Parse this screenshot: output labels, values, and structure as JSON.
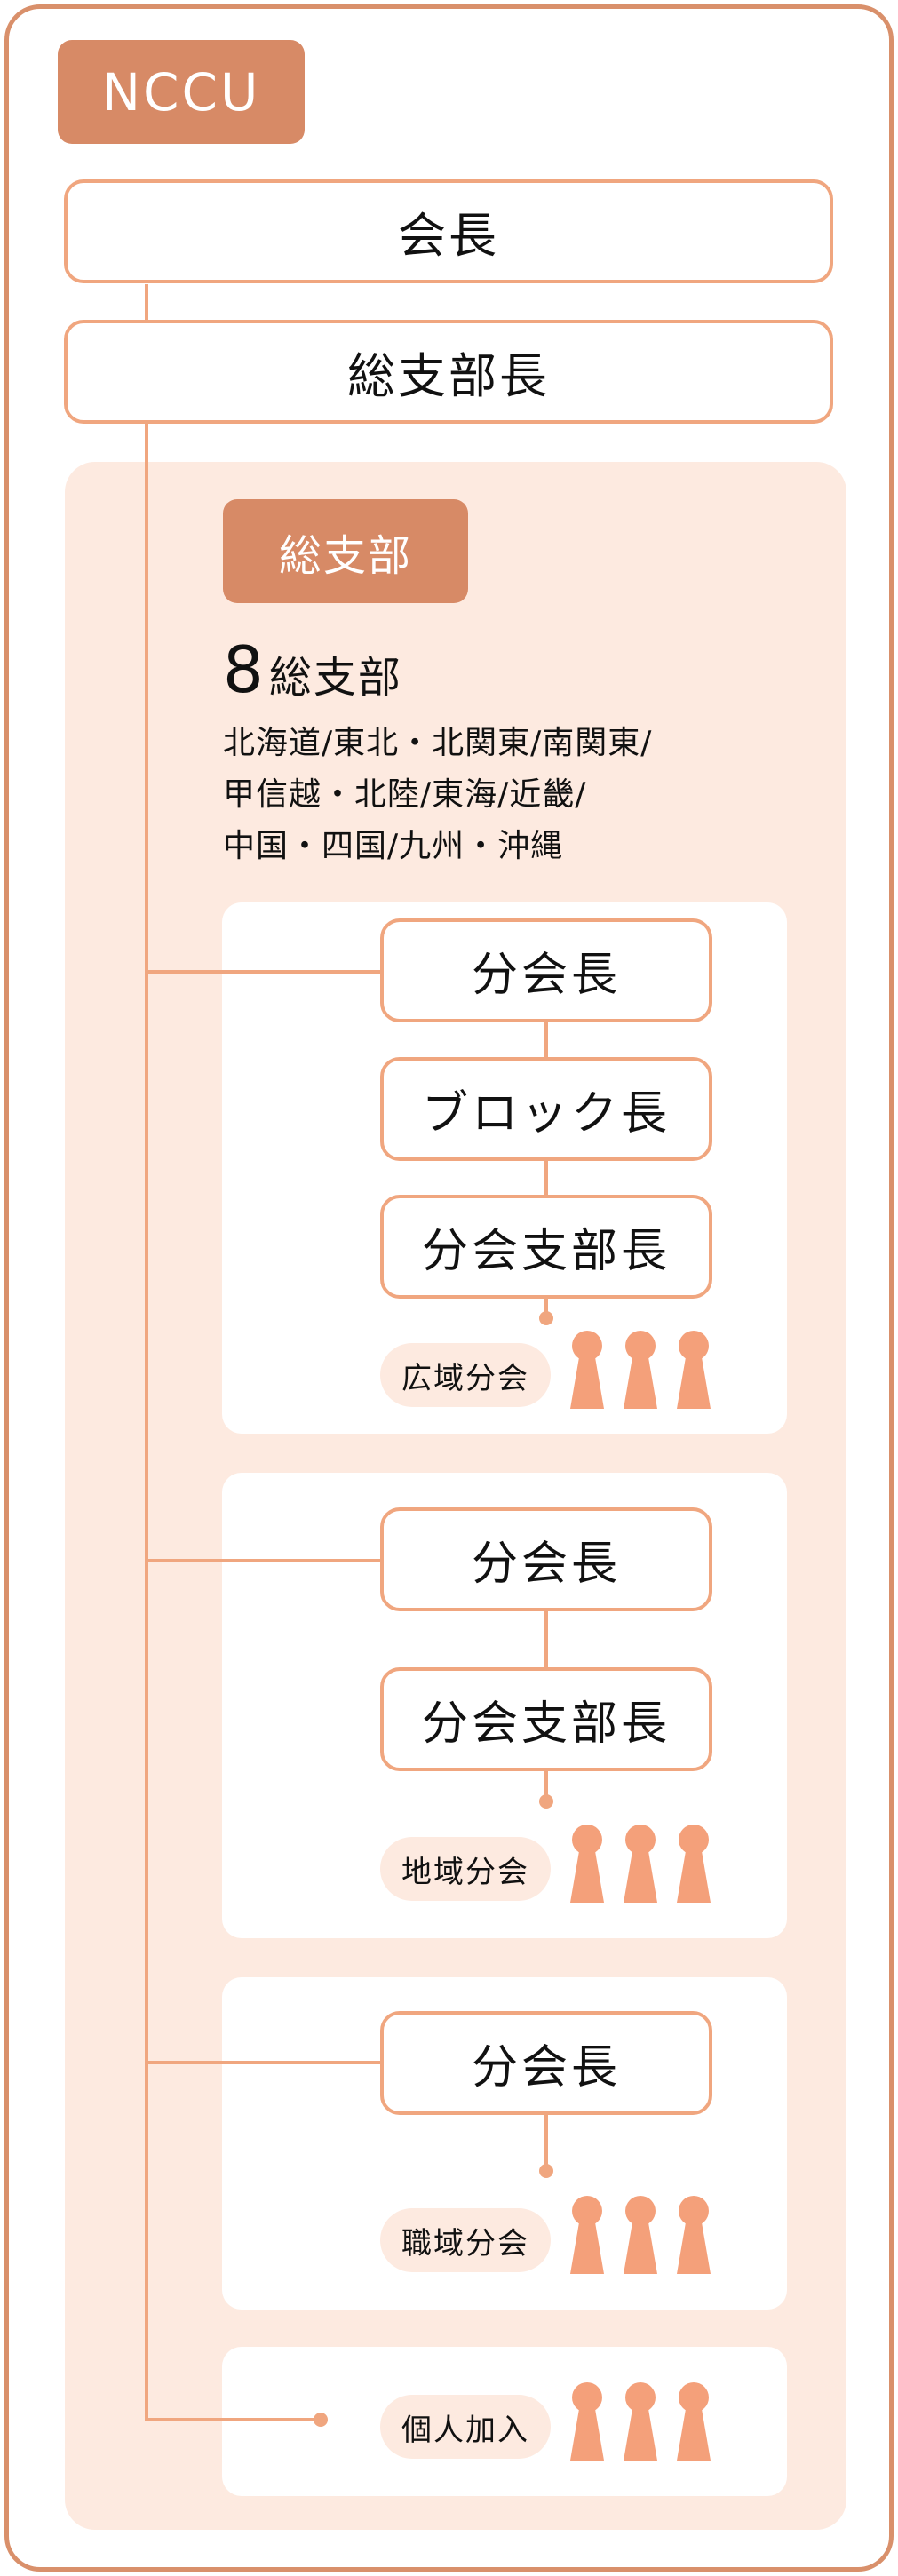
{
  "org_tag": "NCCU",
  "president": "会長",
  "general_branch_head": "総支部長",
  "general_branch": {
    "tag": "総支部",
    "count": "8",
    "count_label": "総支部",
    "regions_lines": [
      "北海道/東北・北関東/南関東/",
      "甲信越・北陸/東海/近畿/",
      "中国・四国/九州・沖縄"
    ]
  },
  "groups": [
    {
      "roles": [
        "分会長",
        "ブロック長",
        "分会支部長"
      ],
      "unit": "広域分会"
    },
    {
      "roles": [
        "分会長",
        "分会支部長"
      ],
      "unit": "地域分会"
    },
    {
      "roles": [
        "分会長"
      ],
      "unit": "職域分会"
    },
    {
      "roles": [],
      "unit": "個人加入"
    }
  ],
  "colors": {
    "accent": "#d78a66",
    "line": "#f0a67f",
    "panel": "#fdeae0",
    "person": "#f4a07a"
  },
  "icons": {
    "member": "person-icon"
  }
}
